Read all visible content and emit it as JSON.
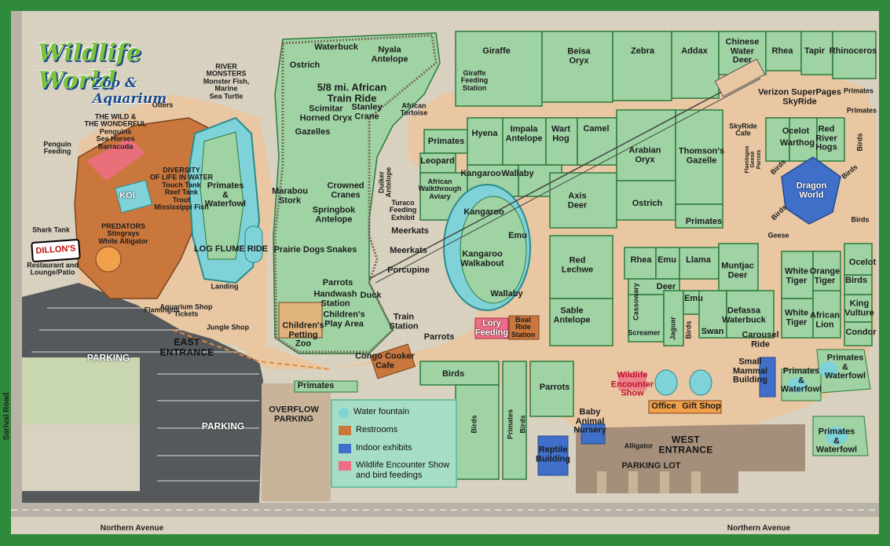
{
  "logo": {
    "line1": "Wildlife World",
    "line2": "Zoo & Aquarium"
  },
  "roads": {
    "sarival": "Sarival Road",
    "northern_left": "Northern Avenue",
    "northern_right": "Northern Avenue"
  },
  "parking": {
    "main": "PARKING",
    "south": "PARKING",
    "overflow": "OVERFLOW\nPARKING",
    "lot": "PARKING LOT"
  },
  "entrances": {
    "east": "EAST\nENTRANCE",
    "west": "WEST\nENTRANCE"
  },
  "train": "5/8 mi. African\nTrain Ride",
  "dillons": "DILLON'S",
  "labels": {
    "river_monsters": "RIVER\nMONSTERS\nMonster Fish,\nMarine\nSea Turtle",
    "otters": "Otters",
    "wild_wonderful": "THE WILD &\nTHE WONDERFUL\nPenguins\nSea Horses\nBarracuda",
    "penguin_feeding": "Penguin\nFeeding",
    "diversity": "DIVERSITY\nOF LIFE IN WATER\nTouch Tank\nReef Tank\nTrout\nMississippi Fish",
    "koi": "KOI",
    "predators": "PREDATORS\nStingrays\nWhite Alligator",
    "shark_tank": "Shark Tank",
    "restaurant": "Restaurant and\nLounge/Patio",
    "primates_waterfowl_1": "Primates\n&\nWaterfowl",
    "log_flume": "LOG FLUME RIDE",
    "landing": "Landing",
    "flamingos_1": "Flamingos",
    "aquarium_shop": "Aquarium Shop\nTickets",
    "jungle_shop": "Jungle Shop",
    "waterbuck": "Waterbuck",
    "nyala": "Nyala\nAntelope",
    "ostrich_1": "Ostrich",
    "scimitar": "Scimitar\nHorned Oryx",
    "stanley": "Stanley\nCrane",
    "gazelles": "Gazelles",
    "african_tortoise": "African\nTortoise",
    "giraffe": "Giraffe",
    "giraffe_feeding": "Giraffe\nFeeding\nStation",
    "beisa": "Beisa\nOryx",
    "zebra": "Zebra",
    "addax": "Addax",
    "chinese_deer": "Chinese\nWater\nDeer",
    "rhea_1": "Rhea",
    "tapir": "Tapir",
    "rhinoceros": "Rhinoceros",
    "primates_ne1": "Primates",
    "primates_ne2": "Primates",
    "skyride": "Verizon SuperPages\nSkyRide",
    "skyride_cafe": "SkyRide\nCafe",
    "flamingos_2": "Flamingos\nGeese\nParrots",
    "ocelot_1": "Ocelot",
    "warthog": "Warthog",
    "red_river": "Red\nRiver\nHogs",
    "birds_ne": "Birds",
    "birds_ne2": "Birds",
    "birds_ne3": "Birds",
    "dragon_world": "Dragon\nWorld",
    "birds_e1": "Birds",
    "birds_e2": "Birds",
    "geese": "Geese",
    "marabou": "Marabou\nStork",
    "crowned": "Crowned\nCranes",
    "springbok": "Springbok\nAntelope",
    "duiker": "Duiker\nAntelope",
    "turaco": "Turaco\nFeeding\nExhibit",
    "primates_c": "Primates",
    "leopard": "Leopard",
    "hyena": "Hyena",
    "impala": "Impala\nAntelope",
    "wart_hog": "Wart\nHog",
    "camel": "Camel",
    "arabian_oryx": "Arabian\nOryx",
    "thomsons": "Thomson's\nGazelle",
    "african_aviary": "African\nWalkthrough\nAviary",
    "kangaroo_1": "Kangaroo",
    "wallaby_1": "Wallaby",
    "axis_deer": "Axis\nDeer",
    "ostrich_2": "Ostrich",
    "primates_e": "Primates",
    "kangaroo_2": "Kangaroo",
    "emu_1": "Emu",
    "meerkats_1": "Meerkats",
    "meerkats_2": "Meerkats",
    "porcupine": "Porcupine",
    "kangaroo_walk": "Kangaroo\nWalkabout",
    "wallaby_2": "Wallaby",
    "red_lechwe": "Red\nLechwe",
    "sable": "Sable\nAntelope",
    "rhea_2": "Rhea",
    "emu_2": "Emu",
    "llama": "Llama",
    "muntjac": "Muntjac\nDeer",
    "deer": "Deer",
    "emu_3": "Emu",
    "cassowary": "Cassowary",
    "screamer": "Screamer",
    "jaguar": "Jaguar",
    "birds_c": "Birds",
    "swan": "Swan",
    "defassa": "Defassa\nWaterbuck",
    "carousel": "Carousel\nRide",
    "white_tiger_1": "White\nTiger",
    "orange_tiger": "Orange\nTiger",
    "birds_e3": "Birds",
    "white_tiger_2": "White\nTiger",
    "african_lion": "African\nLion",
    "king_vulture": "King\nVulture",
    "condor": "Condor",
    "ocelot_2": "Ocelot",
    "primates_waterfowl_2": "Primates\n&\nWaterfowl",
    "primates_waterfowl_3": "Primates\n&\nWaterfowl",
    "primates_waterfowl_4": "Primates\n&\nWaterfowl",
    "small_mammal": "Small\nMammal\nBuilding",
    "prairie_dogs": "Prairie Dogs",
    "snakes": "Snakes",
    "parrots_1": "Parrots",
    "handwash": "Handwash\nStation",
    "childrens_play": "Children's\nPlay Area",
    "petting_zoo": "Children's\nPetting\nZoo",
    "duck": "Duck",
    "train_station": "Train\nStation",
    "parrots_2": "Parrots",
    "lory": "Lory\nFeeding",
    "boat_ride": "Boat\nRide\nStation",
    "congo": "Congo Cooker\nCafe",
    "primates_s": "Primates",
    "birds_s1": "Birds",
    "birds_s2": "Birds",
    "primates_s2": "Primates",
    "birds_s3": "Birds",
    "parrots_3": "Parrots",
    "wildlife_show": "Wildlife\nEncounter\nShow",
    "baby_nursery": "Baby\nAnimal\nNursery",
    "alligator": "Alligator",
    "reptile": "Reptile\nBuilding",
    "office": "Office",
    "gift_shop": "Gift Shop"
  },
  "legend": {
    "water": "Water fountain",
    "restrooms": "Restrooms",
    "indoor": "Indoor exhibits",
    "wildlife": "Wildlife Encounter Show\nand bird feedings"
  },
  "colors": {
    "border_green": "#2f8a3c",
    "path": "#e8c7a2",
    "exhibit": "#9fd3a4",
    "exhibit_line": "#2e7a3e",
    "parking": "#55595c",
    "water": "#7fd3d8",
    "indoor": "#3f6fc9",
    "wildlife": "#ef6d86",
    "building": "#c9773d"
  }
}
